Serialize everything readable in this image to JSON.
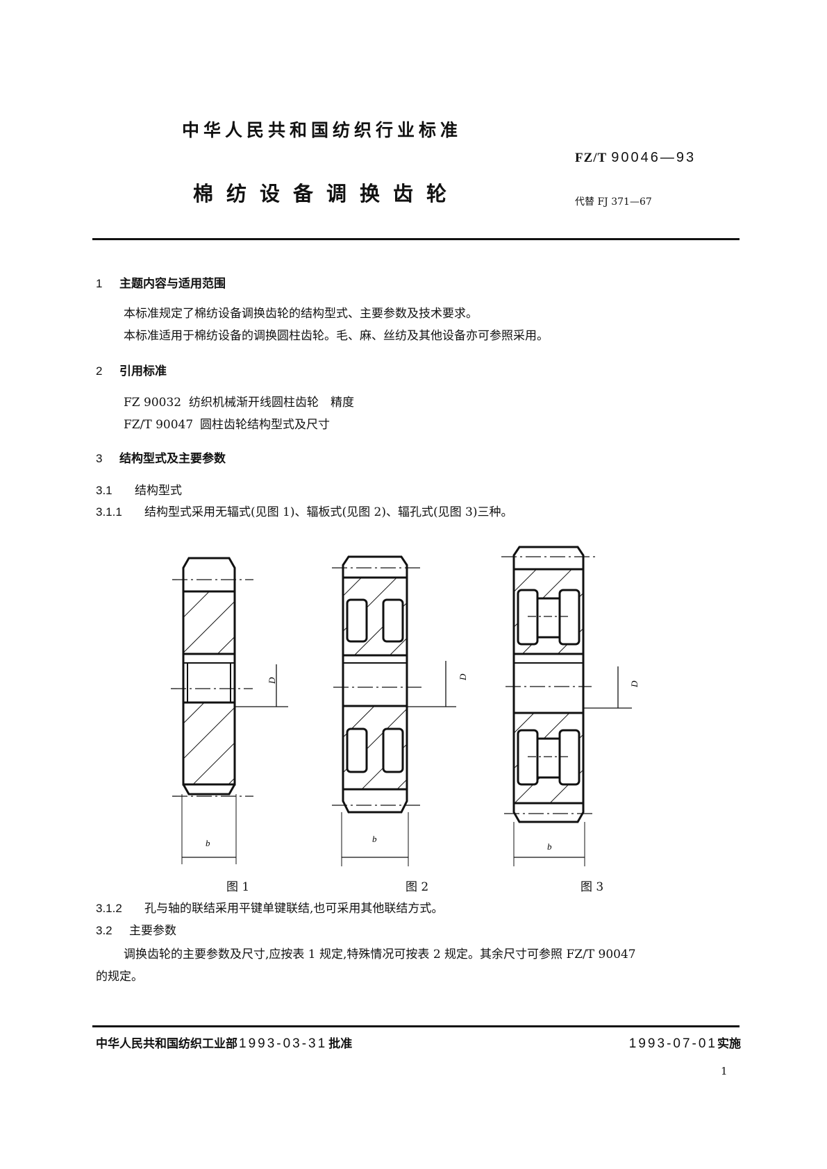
{
  "header": {
    "organization": "中华人民共和国纺织行业标准",
    "standard_prefix": "FZ/T",
    "standard_number": "90046—93",
    "title": "棉纺设备调换齿轮",
    "replaces": "代替 FJ 371—67"
  },
  "sections": {
    "s1": {
      "number": "1",
      "title": "主题内容与适用范围",
      "paragraphs": [
        "本标准规定了棉纺设备调换齿轮的结构型式、主要参数及技术要求。",
        "本标准适用于棉纺设备的调换圆柱齿轮。毛、麻、丝纺及其他设备亦可参照采用。"
      ]
    },
    "s2": {
      "number": "2",
      "title": "引用标准",
      "references": [
        {
          "code": "FZ 90032",
          "name": "纺织机械渐开线圆柱齿轮　精度"
        },
        {
          "code": "FZ/T 90047",
          "name": "圆柱齿轮结构型式及尺寸"
        }
      ]
    },
    "s3": {
      "number": "3",
      "title": "结构型式及主要参数",
      "s3_1": {
        "number": "3.1",
        "title": "结构型式"
      },
      "s3_1_1": {
        "number": "3.1.1",
        "text": "结构型式采用无辐式(见图 1)、辐板式(见图 2)、辐孔式(见图 3)三种。"
      },
      "s3_1_2": {
        "number": "3.1.2",
        "text": "孔与轴的联结采用平键单键联结,也可采用其他联结方式。"
      },
      "s3_2": {
        "number": "3.2",
        "title": "主要参数",
        "paragraph_line1": "调换齿轮的主要参数及尺寸,应按表 1 规定,特殊情况可按表 2 规定。其余尺寸可参照 FZ/T 90047",
        "paragraph_line2": "的规定。"
      }
    }
  },
  "figures": [
    {
      "label": "图 1",
      "type": "无辐式",
      "dim_width": "b",
      "dim_bore": "D"
    },
    {
      "label": "图 2",
      "type": "辐板式",
      "dim_width": "b",
      "dim_bore": "D"
    },
    {
      "label": "图 3",
      "type": "辐孔式",
      "dim_width": "b",
      "dim_bore": "D"
    }
  ],
  "footer": {
    "issuer": "中华人民共和国纺织工业部",
    "approve_date": "1993-03-31",
    "approve_label": "批准",
    "effective_date": "1993-07-01",
    "effective_label": "实施",
    "page_number": "1"
  }
}
